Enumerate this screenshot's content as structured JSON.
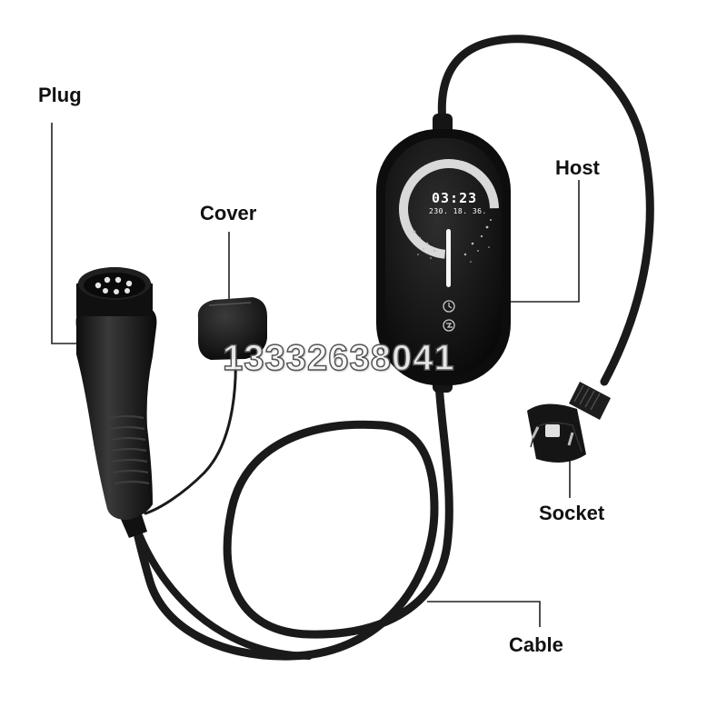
{
  "labels": {
    "plug": "Plug",
    "cover": "Cover",
    "host": "Host",
    "socket": "Socket",
    "cable": "Cable"
  },
  "display": {
    "time": "03:23",
    "stats": "230. 18. 36."
  },
  "watermark": "13332638041",
  "colors": {
    "background": "#ffffff",
    "device_body": "#141414",
    "cable": "#1a1a1a",
    "leader_lines": "#222222",
    "ring": "#d9d9d9"
  },
  "icons": {
    "host_button_1": "clock-icon",
    "host_button_2": "signal-icon"
  }
}
